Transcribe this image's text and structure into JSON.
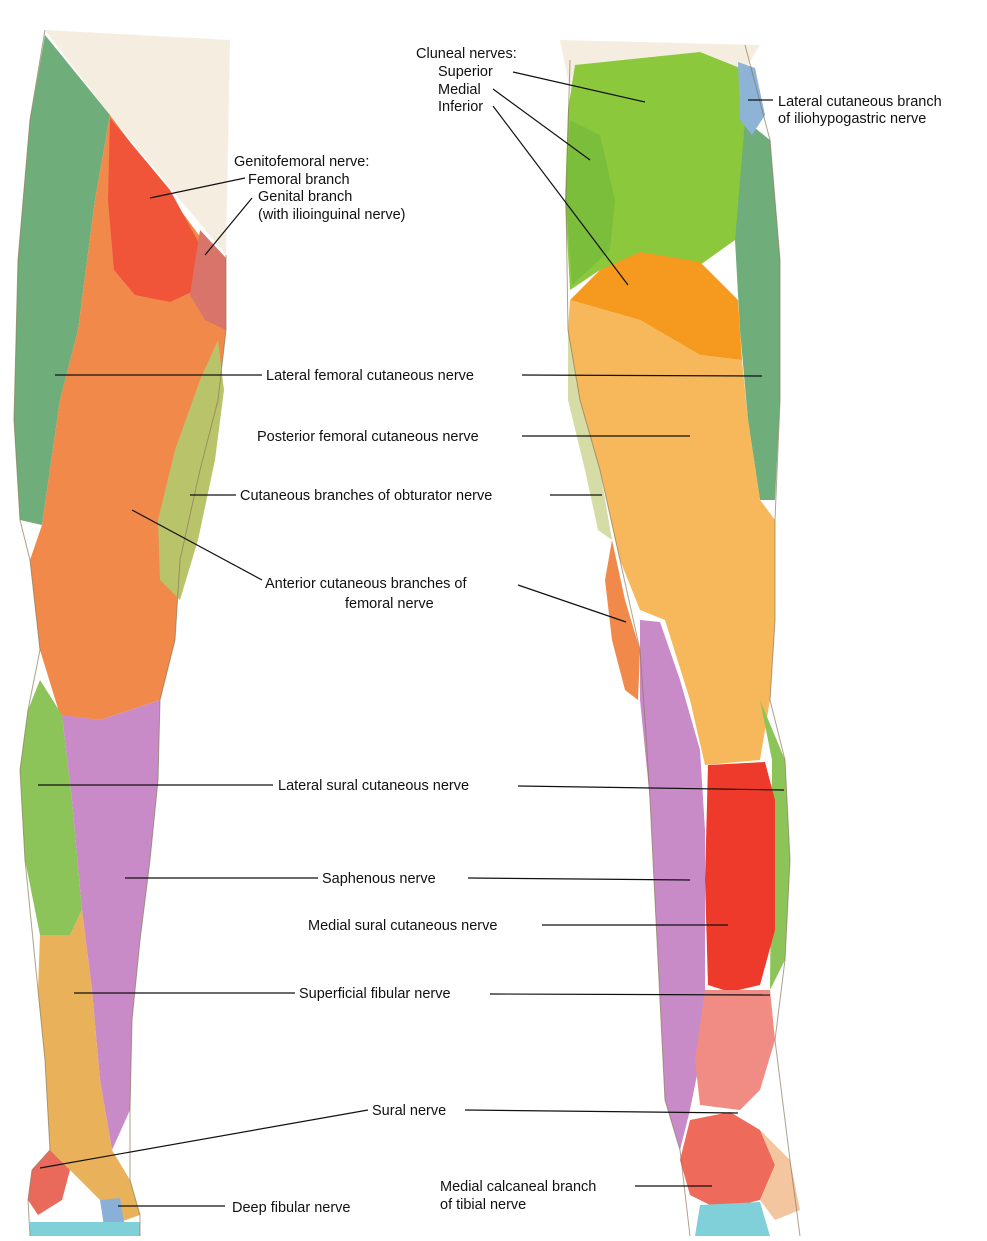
{
  "colors": {
    "lateral_femoral": "#6fae7a",
    "genitofemoral_femoral": "#f0553a",
    "genital_branch": "#d9746a",
    "anterior_femoral": "#f0894a",
    "obturator": "#b9c46a",
    "saphenous": "#c98ac8",
    "lateral_sural": "#8cc45a",
    "superficial_fibular": "#e9b25a",
    "sural": "#e96a5a",
    "deep_fibular": "#8ab0d8",
    "cluneal": "#8cc83c",
    "iliohypogastric": "#8db3d6",
    "posterior_femoral": "#f6b85a",
    "medial_sural": "#ee3a2a",
    "tibial_calcaneal": "#ee6a5a",
    "plantar": "#7fd0d8"
  },
  "labels": {
    "cluneal_heading": "Cluneal nerves:",
    "cluneal_superior": "Superior",
    "cluneal_medial": "Medial",
    "cluneal_inferior": "Inferior",
    "iliohypogastric_line1": "Lateral cutaneous branch",
    "iliohypogastric_line2": "of iliohypogastric nerve",
    "genitofemoral_heading": "Genitofemoral nerve:",
    "femoral_branch": "Femoral branch",
    "genital_branch": "Genital branch",
    "genital_branch_note": "(with ilioinguinal nerve)",
    "lateral_femoral_cutaneous": "Lateral femoral cutaneous nerve",
    "posterior_femoral_cutaneous": "Posterior femoral cutaneous nerve",
    "obturator": "Cutaneous branches of obturator nerve",
    "anterior_femoral_line1": "Anterior cutaneous branches of",
    "anterior_femoral_line2": "femoral nerve",
    "lateral_sural": "Lateral sural cutaneous nerve",
    "saphenous": "Saphenous nerve",
    "medial_sural": "Medial sural cutaneous nerve",
    "superficial_fibular": "Superficial fibular nerve",
    "sural": "Sural nerve",
    "deep_fibular": "Deep fibular nerve",
    "calcaneal_line1": "Medial calcaneal branch",
    "calcaneal_line2": "of tibial nerve"
  }
}
